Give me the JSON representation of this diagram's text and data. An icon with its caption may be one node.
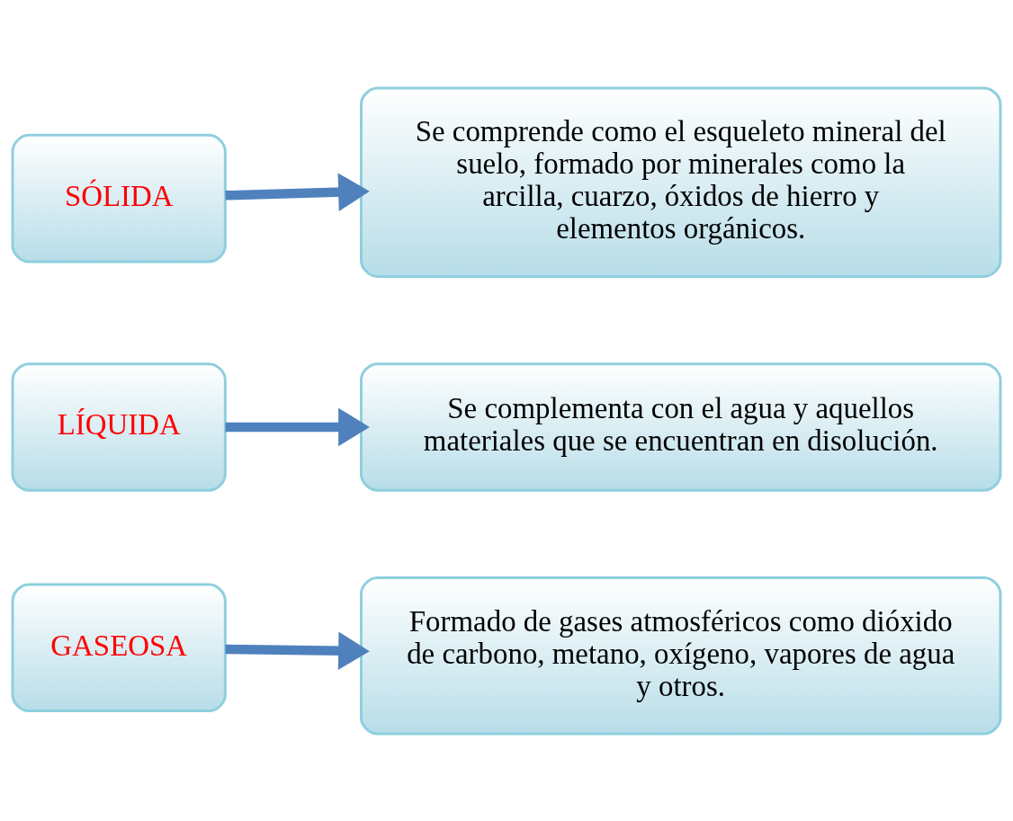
{
  "diagram": {
    "nodes": [
      {
        "text": [
          "SÓLIDA"
        ]
      },
      {
        "text": [
          "Se comprende como el esqueleto mineral del suelo, formado por minerales como la arcilla, cuarzo, óxidos de hierro y elementos orgánicos."
        ]
      },
      {
        "text": [
          "LÍQUIDA"
        ]
      },
      {
        "text": [
          "Se complementa con el agua y aquellos materiales que se encuentran en disolución."
        ]
      },
      {
        "text": [
          "GASEOSA"
        ]
      },
      {
        "text": [
          "Formado de gases atmosféricos como dióxido de carbono, metano, oxígeno, vapores de agua y otros."
        ]
      }
    ],
    "edges": [
      {
        "from": 0,
        "to": 1,
        "arrow": "to"
      },
      {
        "from": 2,
        "to": 3,
        "arrow": "to"
      },
      {
        "from": 4,
        "to": 5,
        "arrow": "to"
      }
    ]
  }
}
